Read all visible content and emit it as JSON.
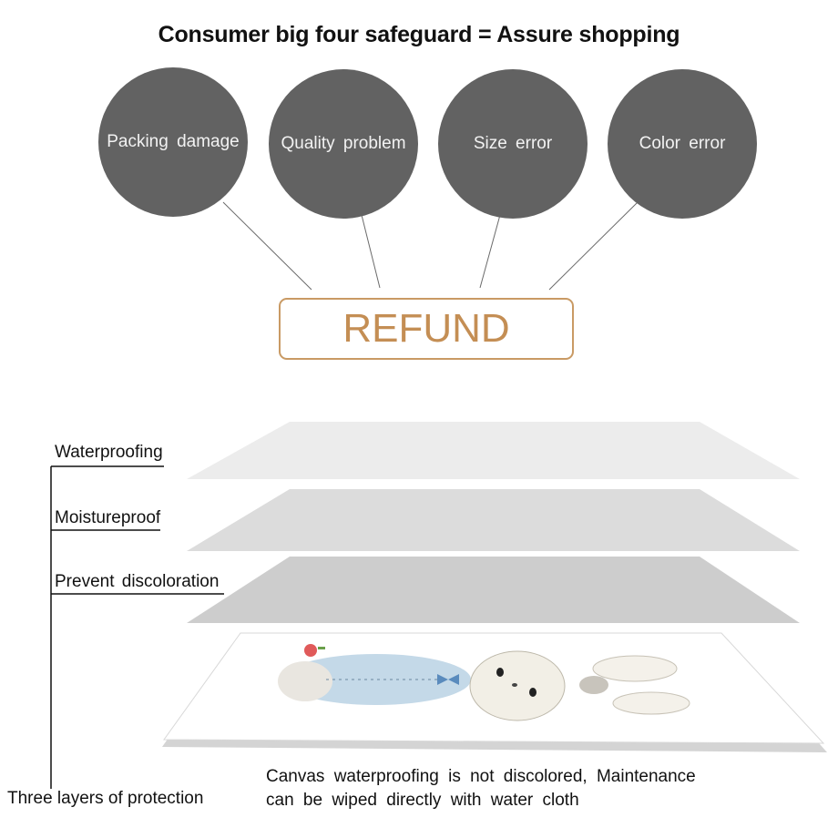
{
  "title": "Consumer big four safeguard = Assure shopping",
  "guarantees": [
    {
      "label": "Packing damage"
    },
    {
      "label": "Quality problem"
    },
    {
      "label": "Size error"
    },
    {
      "label": "Color error"
    }
  ],
  "refund_label": "REFUND",
  "layers": [
    {
      "label": "Waterproofing"
    },
    {
      "label": "Moistureproof"
    },
    {
      "label": "Prevent discoloration"
    }
  ],
  "layers_summary": "Three layers of protection",
  "description": {
    "line1": "Canvas waterproofing is not discolored, Maintenance",
    "line2": "can be wiped directly with water cloth"
  },
  "colors": {
    "circle": "#626262",
    "refund_border": "#c99a64",
    "refund_text": "#c48e54"
  }
}
